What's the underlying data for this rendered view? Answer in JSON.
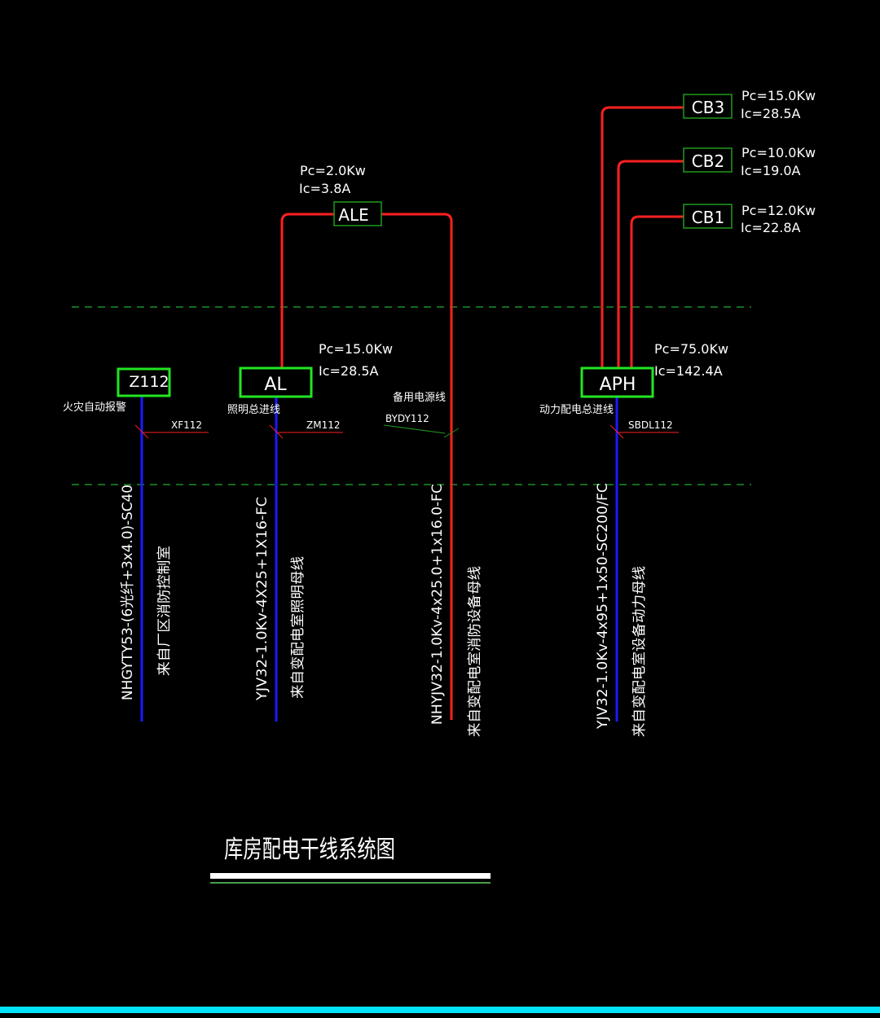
{
  "title": "库房配电干线系统图",
  "colors": {
    "background": "#000000",
    "feeder_red": "#ff2020",
    "cable_blue": "#1a1aff",
    "box_green_bright": "#22e622",
    "box_green_dark": "#1f9a1f",
    "dashed_green": "#1a8f2a",
    "text_white": "#ffffff",
    "bottom_bar": "#00e5ff"
  },
  "panels": {
    "z112": {
      "label": "Z112",
      "desc": "火灾自动报警",
      "tag": "XF112",
      "cable": "NHGYTY53-(6光纤+3x4.0)-SC40",
      "source": "来自厂区消防控制室"
    },
    "al": {
      "label": "AL",
      "desc": "照明总进线",
      "tag": "ZM112",
      "cable": "YJV32-1.0Kv-4X25+1X16-FC",
      "source": "来自变配电室照明母线",
      "pc": "Pc=15.0Kw",
      "ic": "Ic=28.5A"
    },
    "ale": {
      "label": "ALE",
      "pc": "Pc=2.0Kw",
      "ic": "Ic=3.8A"
    },
    "bydy": {
      "desc": "备用电源线",
      "tag": "BYDY112",
      "cable": "NHYJV32-1.0Kv-4x25.0+1x16.0-FC",
      "source": "来自变配电室消防设备母线"
    },
    "aph": {
      "label": "APH",
      "desc": "动力配电总进线",
      "tag": "SBDL112",
      "cable": "YJV32-1.0Kv-4x95+1x50-SC200/FC",
      "source": "来自变配电室设备动力母线",
      "pc": "Pc=75.0Kw",
      "ic": "Ic=142.4A"
    },
    "cb3": {
      "label": "CB3",
      "pc": "Pc=15.0Kw",
      "ic": "Ic=28.5A"
    },
    "cb2": {
      "label": "CB2",
      "pc": "Pc=10.0Kw",
      "ic": "Ic=19.0A"
    },
    "cb1": {
      "label": "CB1",
      "pc": "Pc=12.0Kw",
      "ic": "Ic=22.8A"
    }
  }
}
